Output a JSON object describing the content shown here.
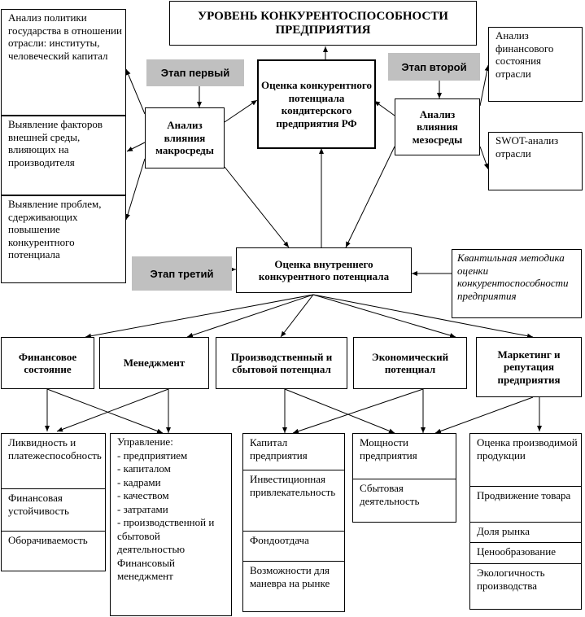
{
  "title": "УРОВЕНЬ КОНКУРЕНТОСПОСОБНОСТИ ПРЕДПРИЯТИЯ",
  "center": "Оценка конкурентного потенциала кондитерского предприятия РФ",
  "stages": {
    "first": "Этап первый",
    "second": "Этап второй",
    "third": "Этап третий"
  },
  "macro": "Анализ влияния макросреды",
  "meso": "Анализ влияния мезосреды",
  "left_boxes": [
    "Анализ политики государства в отношении отрасли: институты, человеческий капитал",
    "Выявление факторов внешней среды, влияющих на производителя",
    "Выявление проблем, сдерживающих повышение конкурентного потенциала"
  ],
  "right_boxes": [
    "Анализ финансового состояния отрасли",
    "SWOT-анализ отрасли"
  ],
  "internal": "Оценка внутреннего конкурентного потенциала",
  "method": "Квантильная методика оценки конкурентоспособности предприятия",
  "categories": [
    "Финансовое состояние",
    "Менеджмент",
    "Производственный и сбытовой потенциал",
    "Экономический потенциал",
    "Маркетинг и репутация предприятия"
  ],
  "bottom": {
    "finance": [
      "Ликвидность и платежеспособность",
      "Финансовая устойчивость",
      "Оборачиваемость"
    ],
    "management": "Управление:\n- предприятием\n- капиталом\n- кадрами\n- качеством\n- затратами\n- производственной и сбытовой деятельностью\nФинансовый менеджмент",
    "production": [
      "Капитал предприятия",
      "Инвестиционная привлекательность",
      "Фондоотдача",
      "Возможности для маневра на рынке"
    ],
    "economic": [
      "Мощности предприятия",
      "Сбытовая деятельность"
    ],
    "marketing": [
      "Оценка производимой продукции",
      "Продвижение товара",
      "Доля рынка",
      "Ценообразование",
      "Экологичность производства"
    ]
  }
}
